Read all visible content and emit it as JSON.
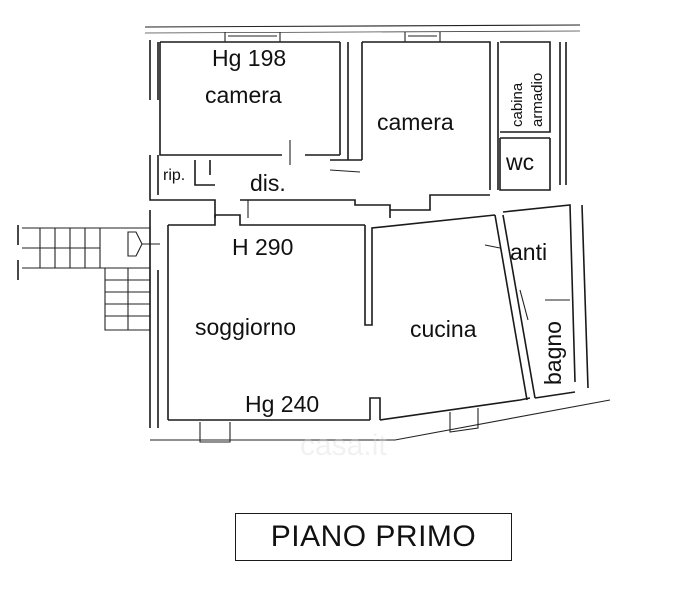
{
  "plan_title": "PIANO PRIMO",
  "rooms": {
    "camera_left": {
      "height_label": "Hg 198",
      "name": "camera"
    },
    "camera_right": {
      "name": "camera"
    },
    "cabina": {
      "line1": "cabina",
      "line2": "armadio"
    },
    "wc": {
      "name": "wc"
    },
    "rip": {
      "name": "rip."
    },
    "dis": {
      "name": "dis."
    },
    "soggiorno": {
      "height_label": "H 290",
      "name": "soggiorno",
      "height_label_2": "Hg 240"
    },
    "cucina": {
      "name": "cucina"
    },
    "anti": {
      "name": "anti"
    },
    "bagno": {
      "name": "bagno"
    }
  },
  "watermark": "casa.it"
}
